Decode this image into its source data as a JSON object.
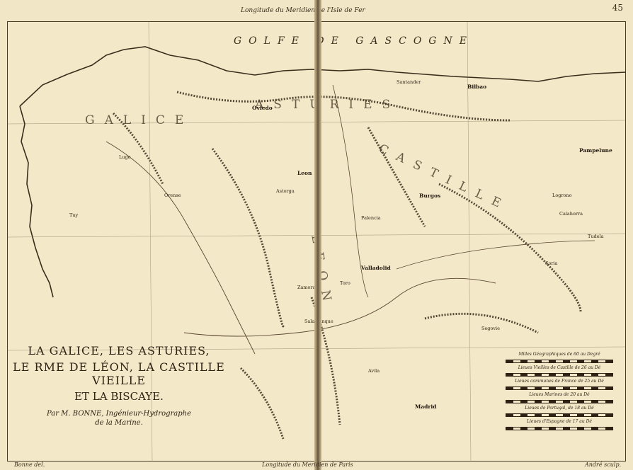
{
  "map": {
    "page_number": "45",
    "top_meridian": "Longitude du Meridien de l'Isle de Fer",
    "bottom_meridian": "Longitude du Meridien de Paris",
    "sea_label": "GOLFE DE GASCOGNE",
    "regions": [
      "GALICE",
      "ASTURIES",
      "LEON",
      "CASTILLE"
    ],
    "title": {
      "line1": "LA GALICE, LES ASTURIES,",
      "line2": "LE RME DE LÉON, LA CASTILLE VIEILLE",
      "line3": "ET LA BISCAYE.",
      "author": "Par M. BONNE, Ingénieur-Hydrographe",
      "author2": "de la Marine."
    },
    "scales": [
      "Milles Géographiques de 60 au Degré",
      "Lieues Vieilles de Castille de 26 au Dé",
      "Lieues communes de France de 25 au Dé",
      "Lieues Marines de 20 au Dé",
      "Lieues de Portugal, de 18 au Dé",
      "Lieues d'Espagne de 17 au Dé"
    ],
    "engraver_left": "Bonne del.",
    "engraver_right": "André sculp.",
    "cities": [
      "Oviedo",
      "Burgos",
      "Valladolid",
      "Leon",
      "Madrid",
      "Pampelune",
      "Bilbao",
      "Orense",
      "Soria",
      "Segovie",
      "Toro",
      "Salamanque",
      "Zamora",
      "Astorga",
      "Logrono",
      "Calahorra",
      "Tudela",
      "Avila",
      "Lugo",
      "Tuy",
      "Palencia",
      "Santander"
    ]
  }
}
